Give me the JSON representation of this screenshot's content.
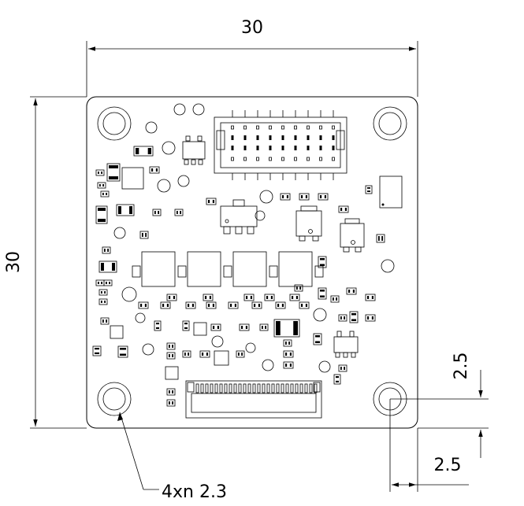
{
  "dimensions": {
    "width_label": "30",
    "height_label": "30",
    "hole_offset_vertical_label": "2.5",
    "hole_offset_horizontal_label": "2.5",
    "hole_callout_label": "4xn 2.3"
  },
  "colors": {
    "line": "#000000",
    "background": "#ffffff"
  }
}
